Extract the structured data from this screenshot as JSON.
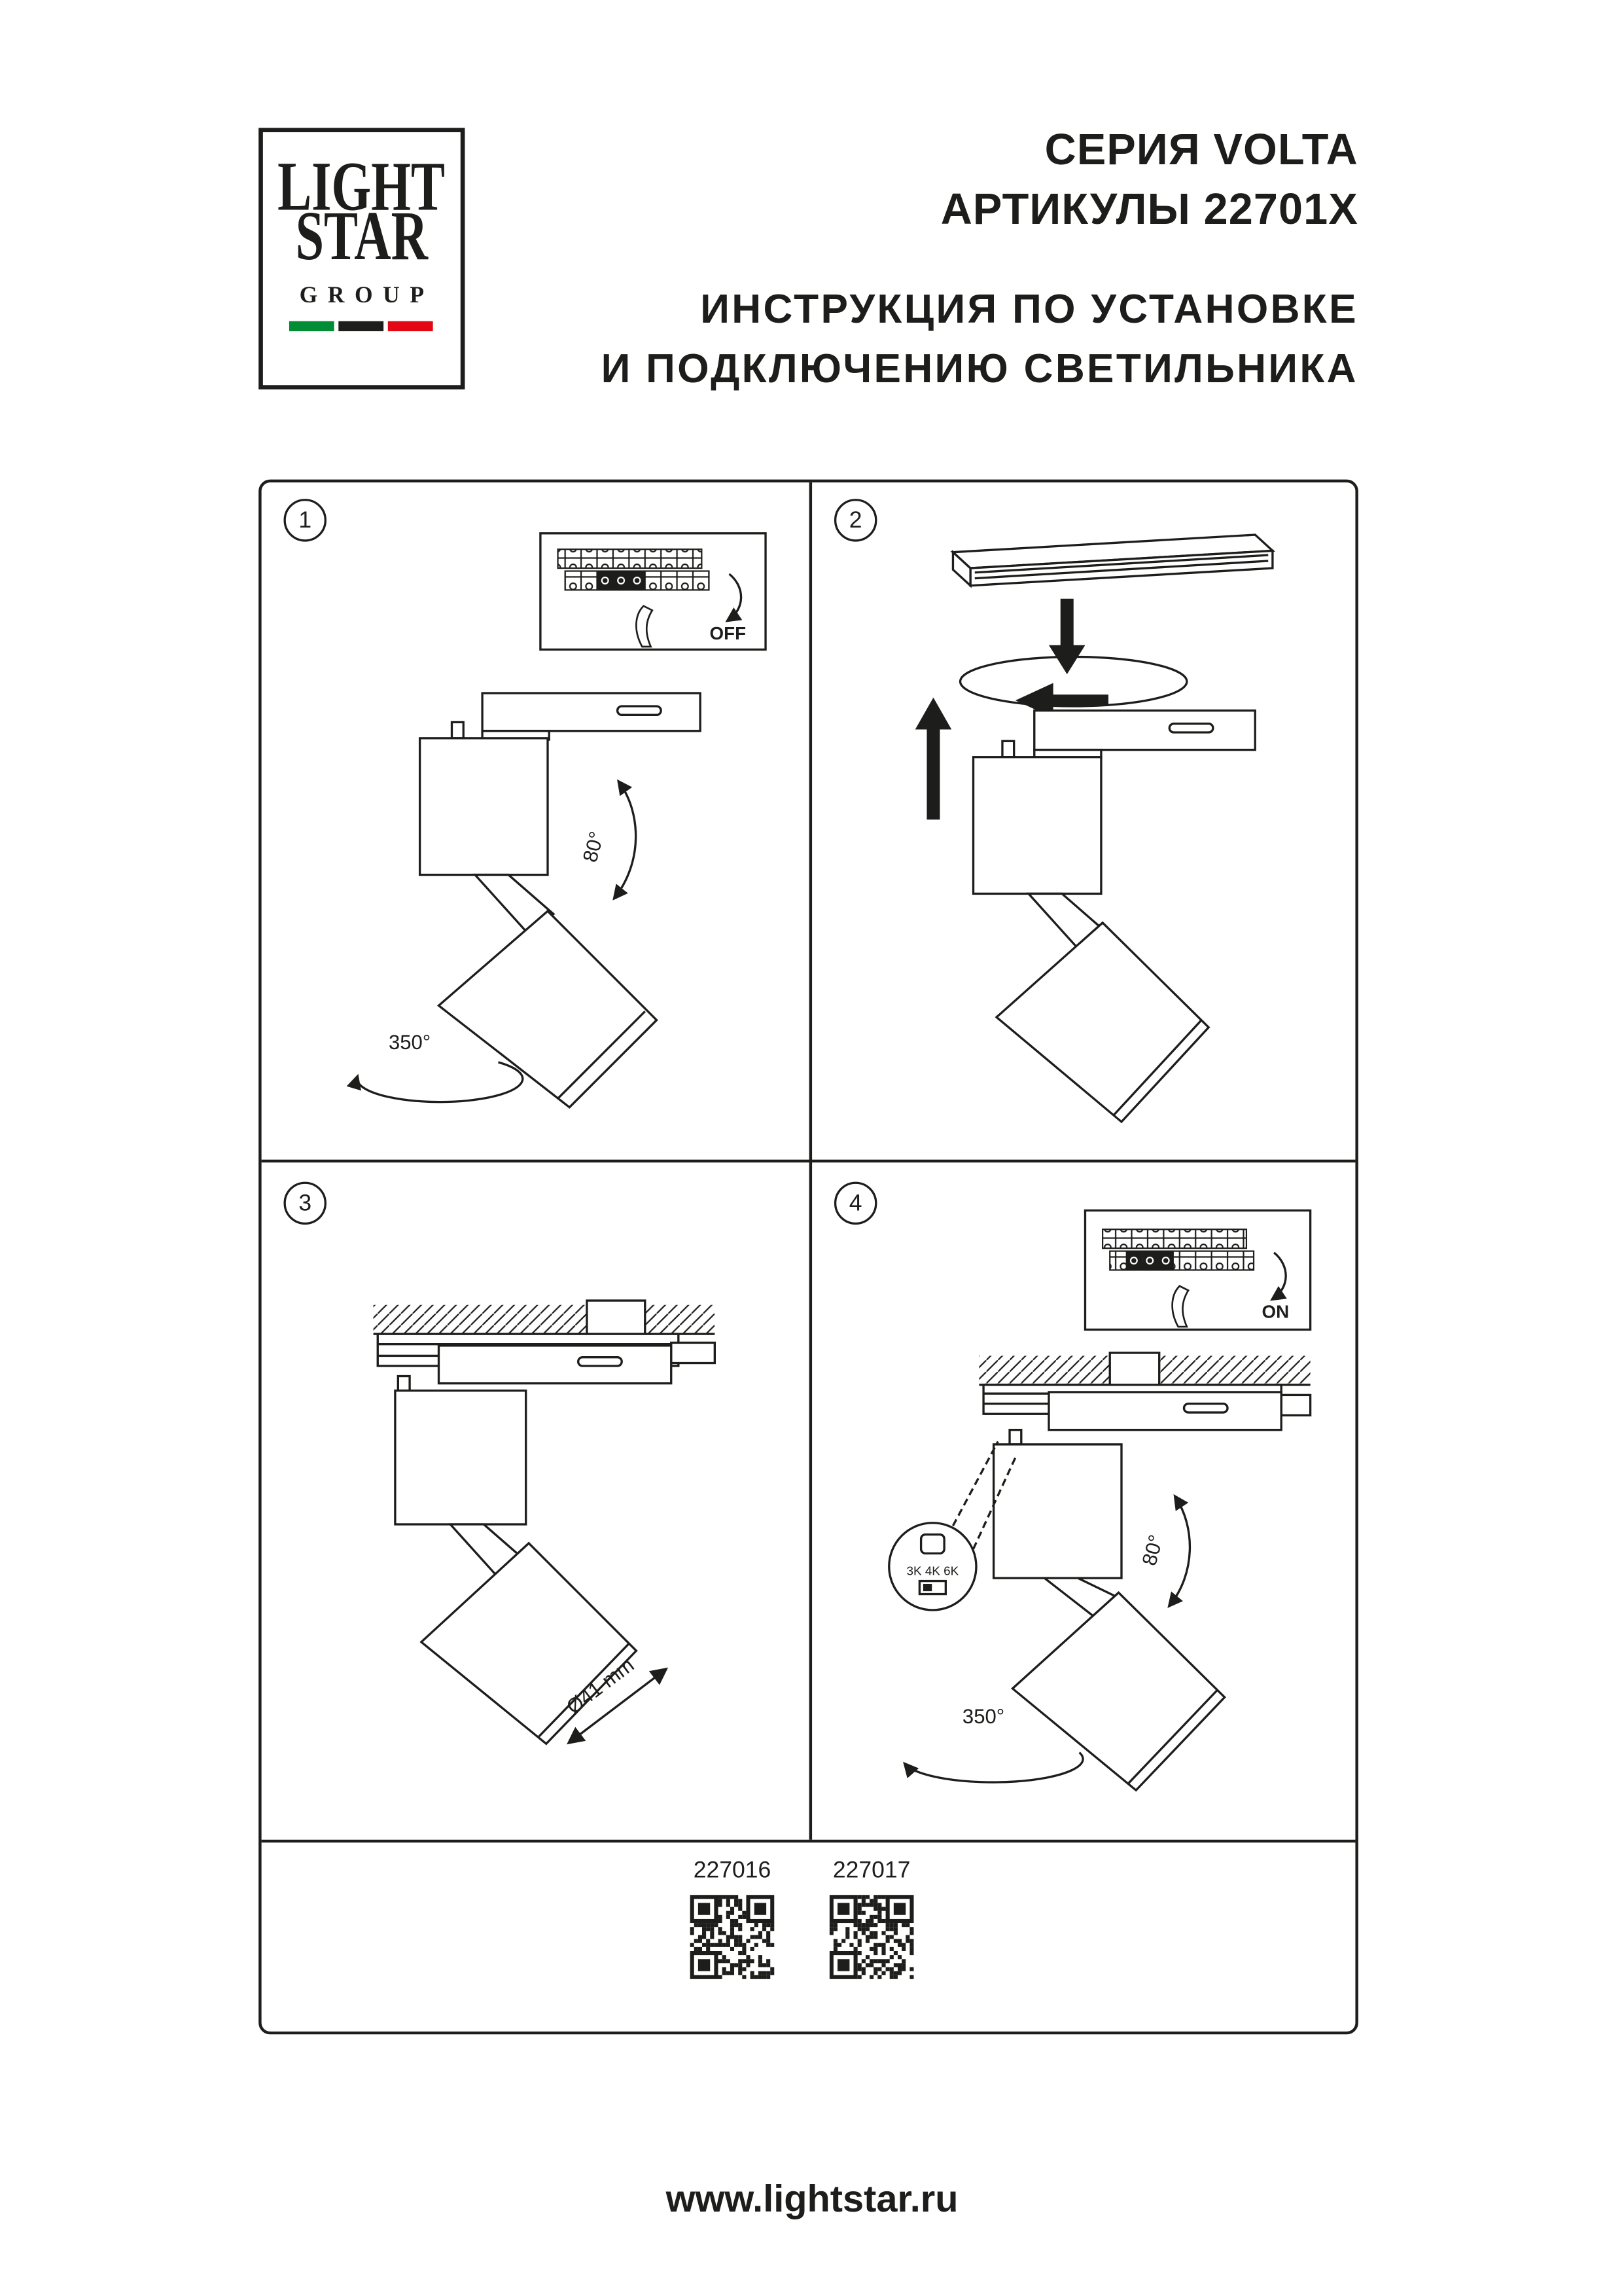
{
  "brand": {
    "line1": "LIGHT",
    "line2": "STAR",
    "line3": "GROUP",
    "flag_colors": [
      "#008d36",
      "#1d1d1b",
      "#e30613"
    ]
  },
  "header": {
    "series": "СЕРИЯ VOLTA",
    "articles": "АРТИКУЛЫ 22701X",
    "instruction_line1": "ИНСТРУКЦИЯ ПО УСТАНОВКЕ",
    "instruction_line2": "И ПОДКЛЮЧЕНИЮ СВЕТИЛЬНИКА"
  },
  "panels": [
    {
      "number": "1",
      "labels": {
        "switch": "OFF",
        "tilt": "80°",
        "rotate": "350°"
      }
    },
    {
      "number": "2",
      "labels": {}
    },
    {
      "number": "3",
      "labels": {
        "diameter": "Ø41 mm"
      }
    },
    {
      "number": "4",
      "labels": {
        "switch": "ON",
        "tilt": "80°",
        "rotate": "350°",
        "color_temp": "3K 4K 6K"
      }
    }
  ],
  "footer": {
    "codes": [
      {
        "code": "227016"
      },
      {
        "code": "227017"
      }
    ],
    "website": "www.lightstar.ru"
  }
}
